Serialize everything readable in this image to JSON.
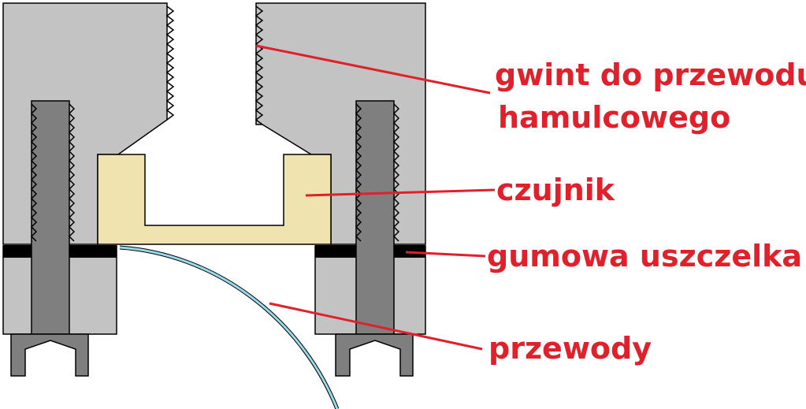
{
  "labels": {
    "thread_line1": "gwint do przewodu",
    "thread_line2": "hamulcowego",
    "sensor": "czujnik",
    "seal": "gumowa uszczelka",
    "wires": "przewody"
  },
  "colors": {
    "body": "#c3c3c3",
    "bolt": "#7f7f7f",
    "sensor": "#efe4b0",
    "seal": "#000000",
    "wire": "#99d9ea",
    "leader": "#e0202a",
    "outline": "#000000",
    "label": "#e0202a"
  }
}
